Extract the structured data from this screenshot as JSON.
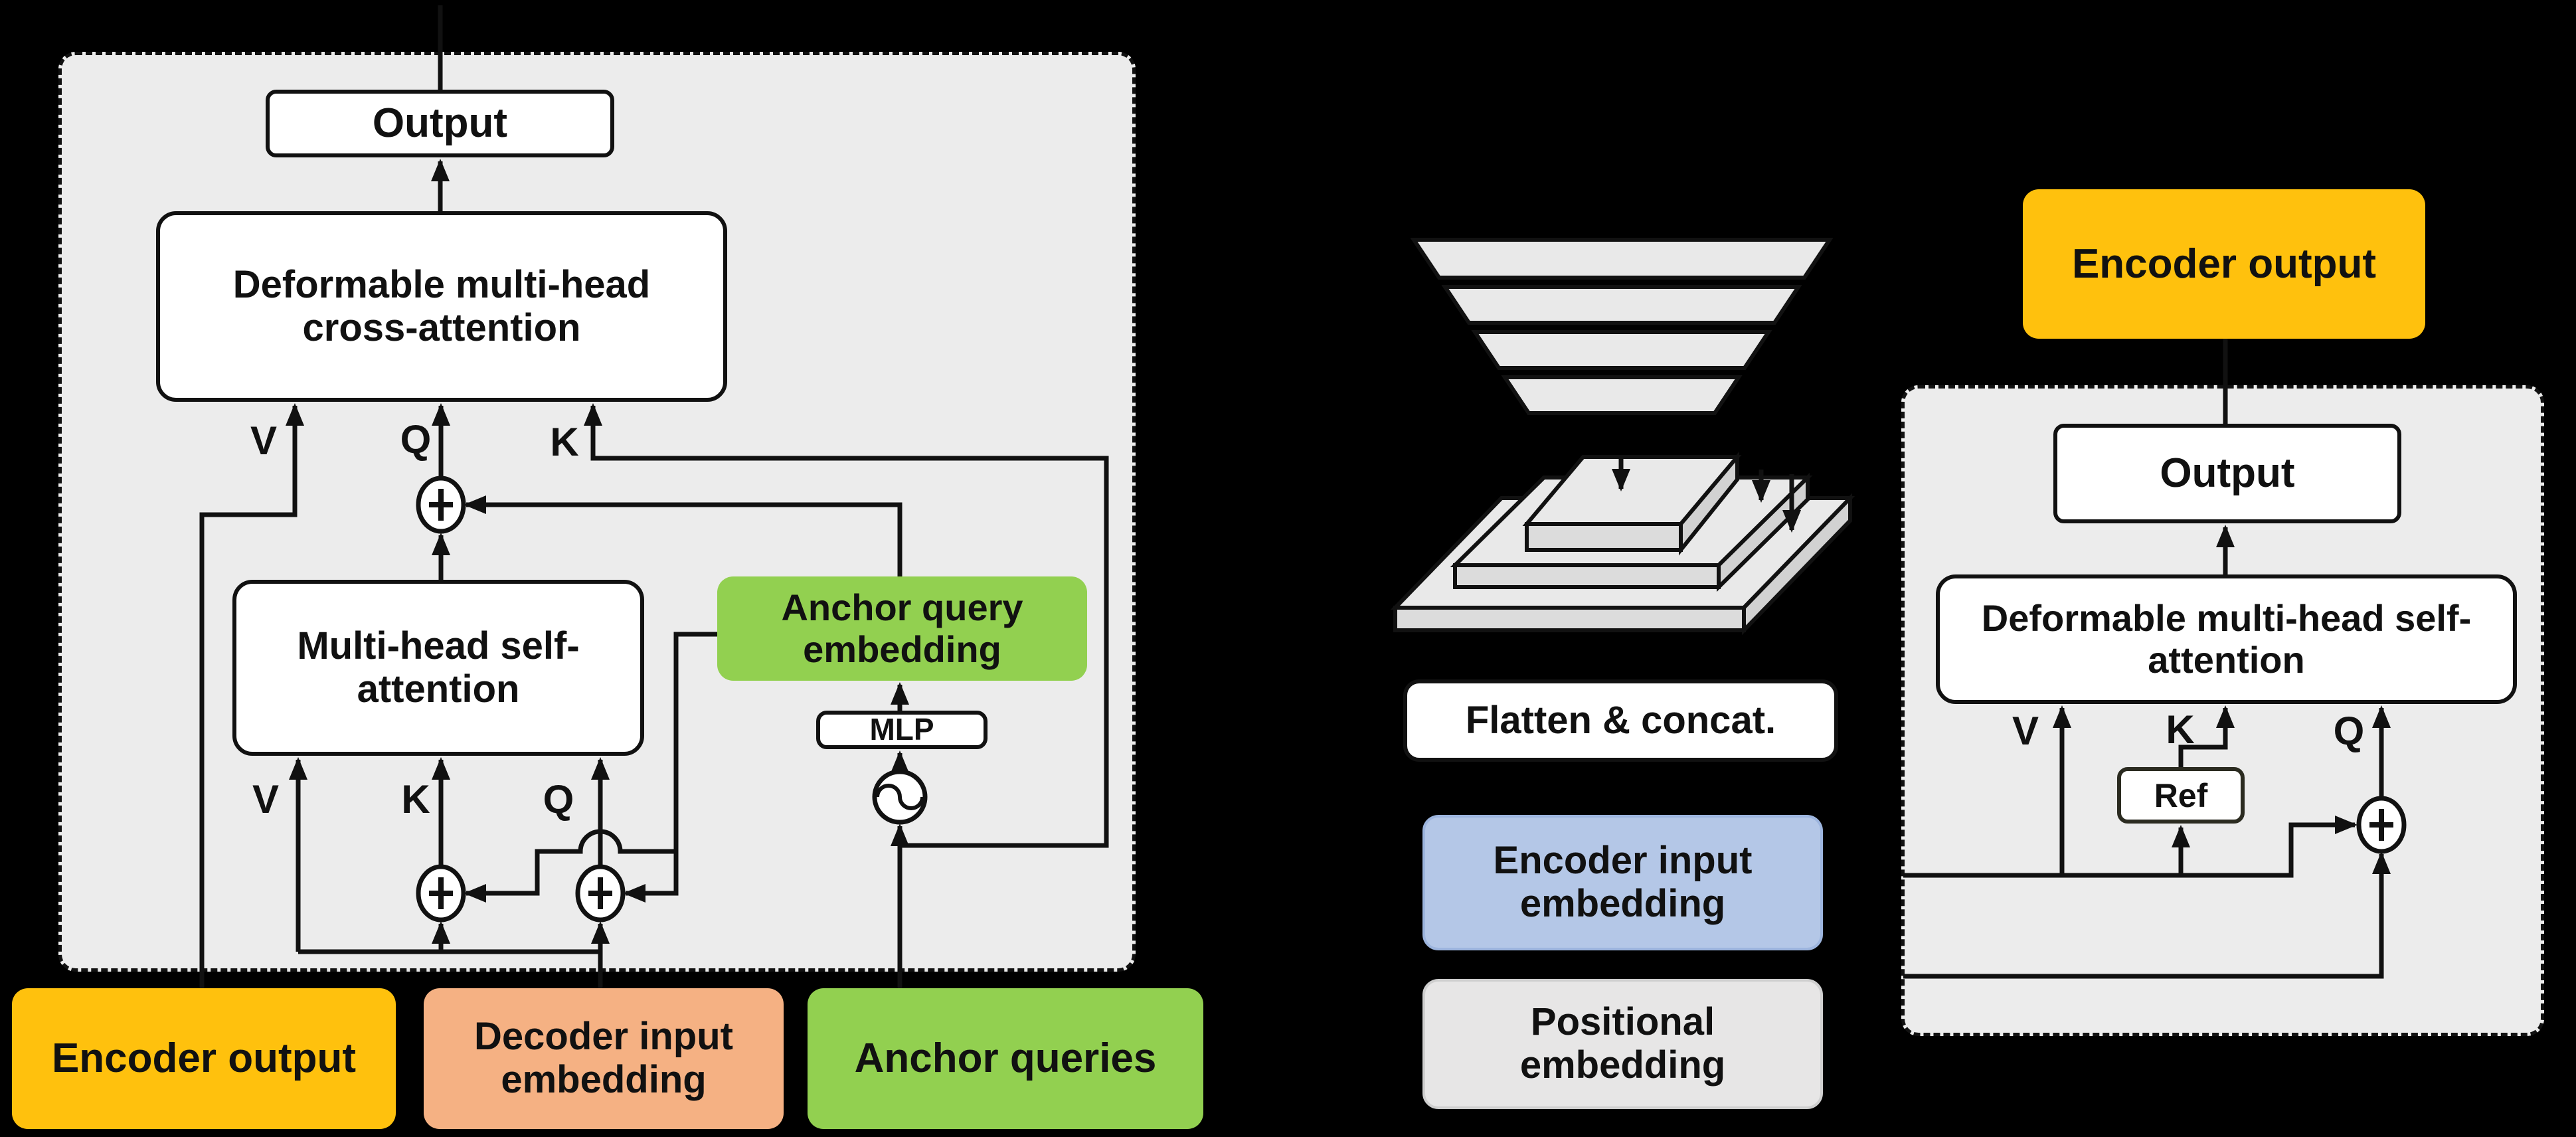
{
  "colors": {
    "background": "#000000",
    "panel_fill": "#ECECEC",
    "panel_border": "#111111",
    "box_white": "#FFFFFF",
    "box_border": "#111111",
    "yellow": "#FFC10D",
    "green": "#92D050",
    "peach": "#F5B183",
    "blue": "#B4C7E7",
    "light_gray": "#E7E6E6",
    "line": "#111111"
  },
  "ports": {
    "v": "V",
    "k": "K",
    "q": "Q"
  },
  "decoder": {
    "output": "Output",
    "cross_attention": "Deformable multi-head cross-attention",
    "self_attention": "Multi-head self-attention",
    "anchor_query_embedding": "Anchor query embedding",
    "mlp": "MLP",
    "encoder_output": "Encoder output",
    "decoder_input_embedding": "Decoder input embedding",
    "anchor_queries": "Anchor queries"
  },
  "middle": {
    "flatten_concat": "Flatten & concat.",
    "encoder_input_embedding": "Encoder input embedding",
    "positional_embedding": "Positional embedding"
  },
  "encoder": {
    "encoder_output": "Encoder output",
    "output": "Output",
    "self_attention": "Deformable multi-head self-attention",
    "ref": "Ref"
  }
}
